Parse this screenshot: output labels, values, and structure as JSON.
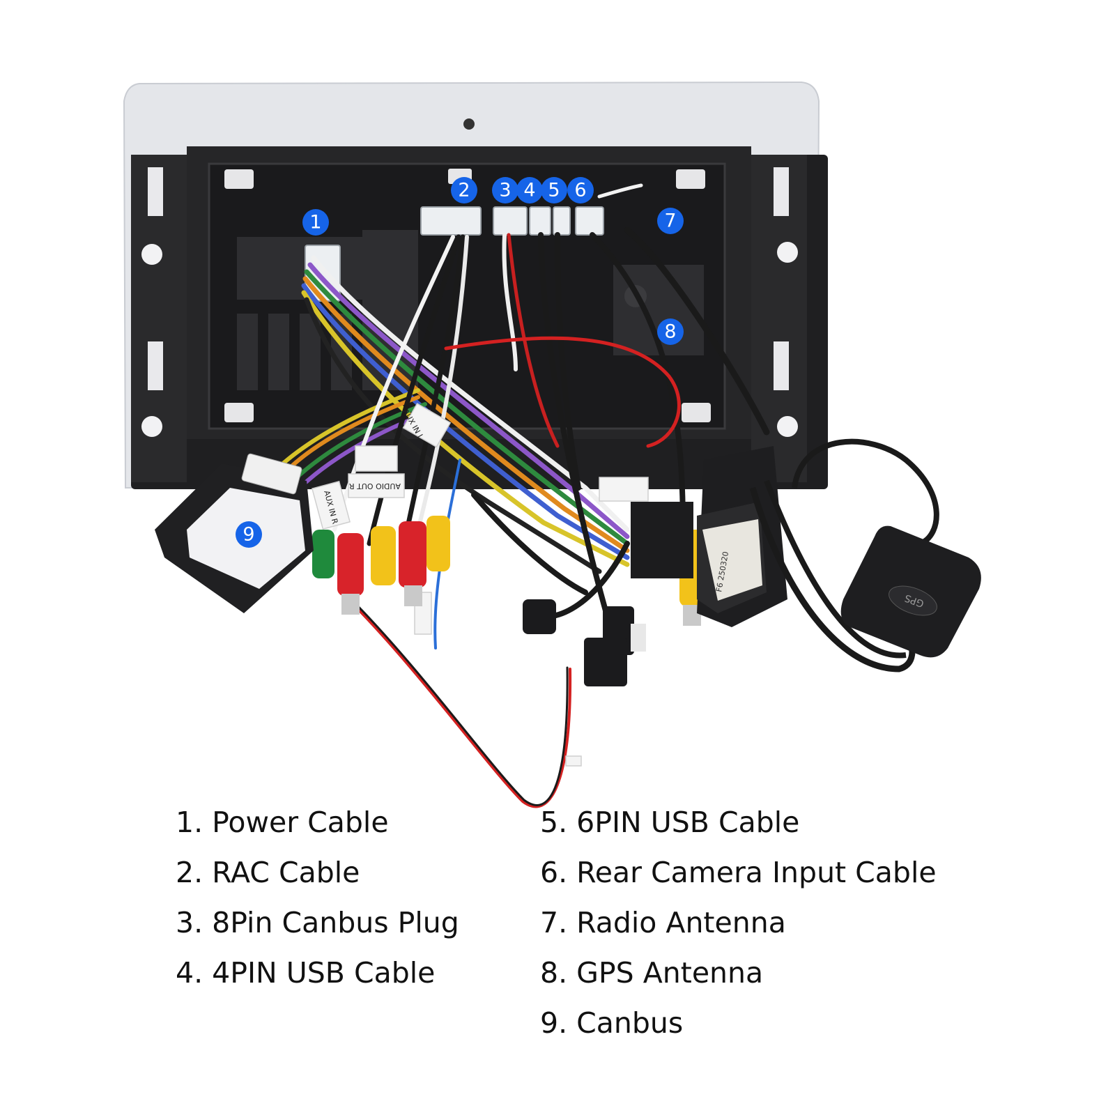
{
  "markers": [
    {
      "label": "1"
    },
    {
      "label": "2"
    },
    {
      "label": "3"
    },
    {
      "label": "4"
    },
    {
      "label": "5"
    },
    {
      "label": "6"
    },
    {
      "label": "7"
    },
    {
      "label": "8"
    },
    {
      "label": "9"
    }
  ],
  "marker_color": "#1664e8",
  "photo_labels": {
    "gps": "GPS",
    "aux_in_l": "AUX IN L",
    "aux_in_r": "AUX IN R",
    "audio_out_r": "AUDIO OUT R",
    "canbus_box_text": "F6 250320"
  },
  "legend_left": [
    {
      "text": "1. Power Cable"
    },
    {
      "text": "2. RAC Cable"
    },
    {
      "text": "3. 8Pin Canbus Plug"
    },
    {
      "text": "4. 4PIN USB Cable"
    }
  ],
  "legend_right": [
    {
      "text": "5. 6PIN USB Cable"
    },
    {
      "text": "6. Rear Camera Input Cable"
    },
    {
      "text": "7. Radio Antenna"
    },
    {
      "text": "8. GPS Antenna"
    },
    {
      "text": "9. Canbus"
    }
  ]
}
